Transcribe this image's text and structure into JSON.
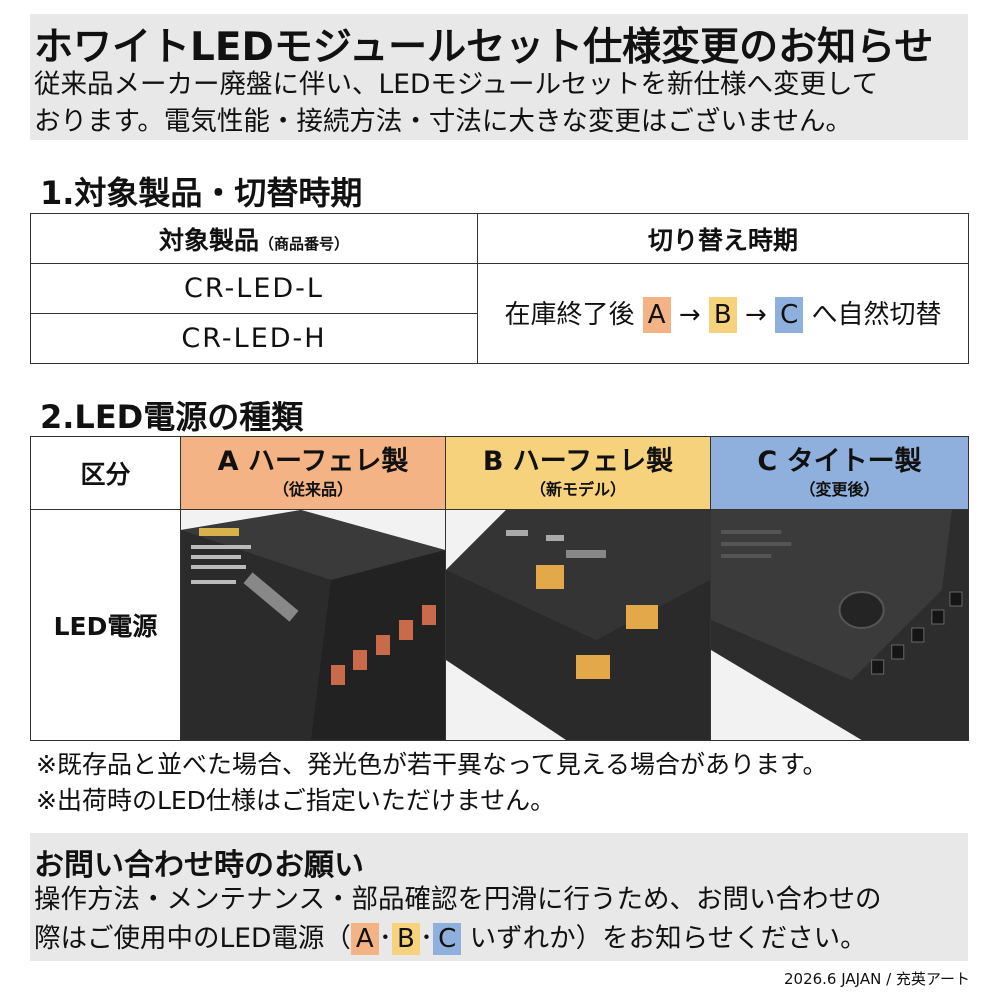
{
  "header": {
    "title": "ホワイトLEDモジュールセット仕様変更のお知らせ",
    "lines": [
      "従来品メーカー廃盤に伴い、LEDモジュールセットを新仕様へ変更して",
      "おります。電気性能・接続方法・寸法に大きな変更はございません。"
    ]
  },
  "section1": {
    "heading": "1.対象製品・切替時期",
    "col_product": "対象製品",
    "col_product_sub": "（商品番号）",
    "col_timing": "切り替え時期",
    "products": [
      "CR-LED-L",
      "CR-LED-H"
    ],
    "timing": {
      "prefix": "在庫終了後",
      "a": "A",
      "b": "B",
      "c": "C",
      "arrow": "→",
      "suffix": "へ自然切替"
    }
  },
  "section2": {
    "heading": "2.LED電源の種類",
    "row_label_header": "区分",
    "row_label_photo": "LED電源",
    "columns": [
      {
        "title": "A ハーフェレ製",
        "sub": "（従来品）",
        "color": "#f4b384"
      },
      {
        "title": "B ハーフェレ製",
        "sub": "（新モデル）",
        "color": "#f7d27d"
      },
      {
        "title": "C タイトー製",
        "sub": "（変更後）",
        "color": "#8fb0dc"
      }
    ]
  },
  "notes": [
    "※既存品と並べた場合、発光色が若干異なって見える場合があります。",
    "※出荷時のLED仕様はご指定いただけません。"
  ],
  "inquiry": {
    "heading": "お問い合わせ時のお願い",
    "line1": "操作方法・メンテナンス・部品確認を円滑に行うため、お問い合わせの",
    "line2_prefix": "際はご使用中のLED電源（",
    "a": "A",
    "b": "B",
    "c": "C",
    "dot": "･",
    "line2_suffix": "いずれか）をお知らせください。"
  },
  "footer": "2026.6 JAJAN / 充英アート"
}
